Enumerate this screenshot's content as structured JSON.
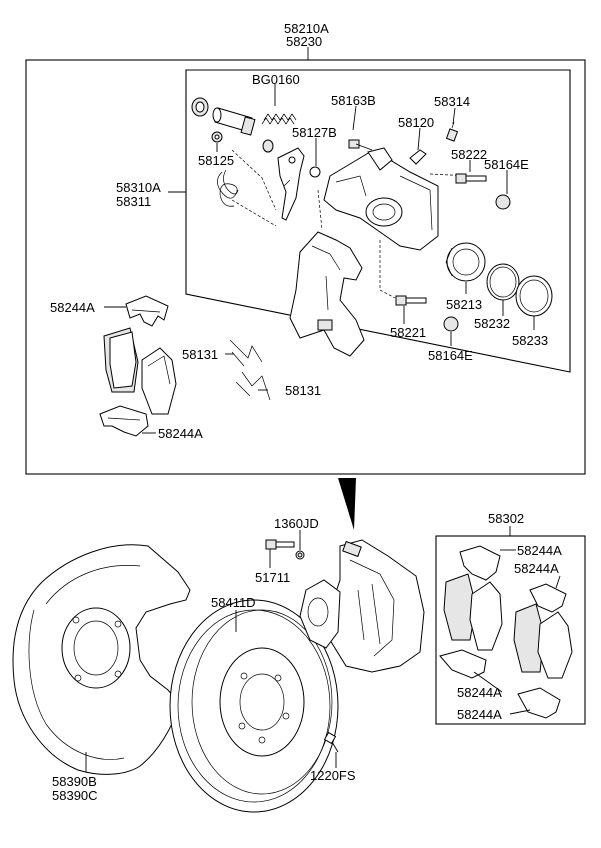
{
  "labels": {
    "assy_a": "58210A",
    "assy_b": "58230",
    "bg0160": "BG0160",
    "p58163b": "58163B",
    "p58314": "58314",
    "p58127b": "58127B",
    "p58120": "58120",
    "p58125": "58125",
    "p58222": "58222",
    "p58164e_top": "58164E",
    "p58310a": "58310A",
    "p58311": "58311",
    "p58244a_1": "58244A",
    "p58213": "58213",
    "p58232": "58232",
    "p58233": "58233",
    "p58221": "58221",
    "p58164e_bot": "58164E",
    "p58131_1": "58131",
    "p58131_2": "58131",
    "p58244a_2": "58244A",
    "p1360jd": "1360JD",
    "p51711": "51711",
    "p58302": "58302",
    "p58244a_3": "58244A",
    "p58244a_4": "58244A",
    "p58411d": "58411D",
    "p58244a_5": "58244A",
    "p58244a_6": "58244A",
    "p58390b": "58390B",
    "p58390c": "58390C",
    "p1220fs": "1220FS"
  }
}
